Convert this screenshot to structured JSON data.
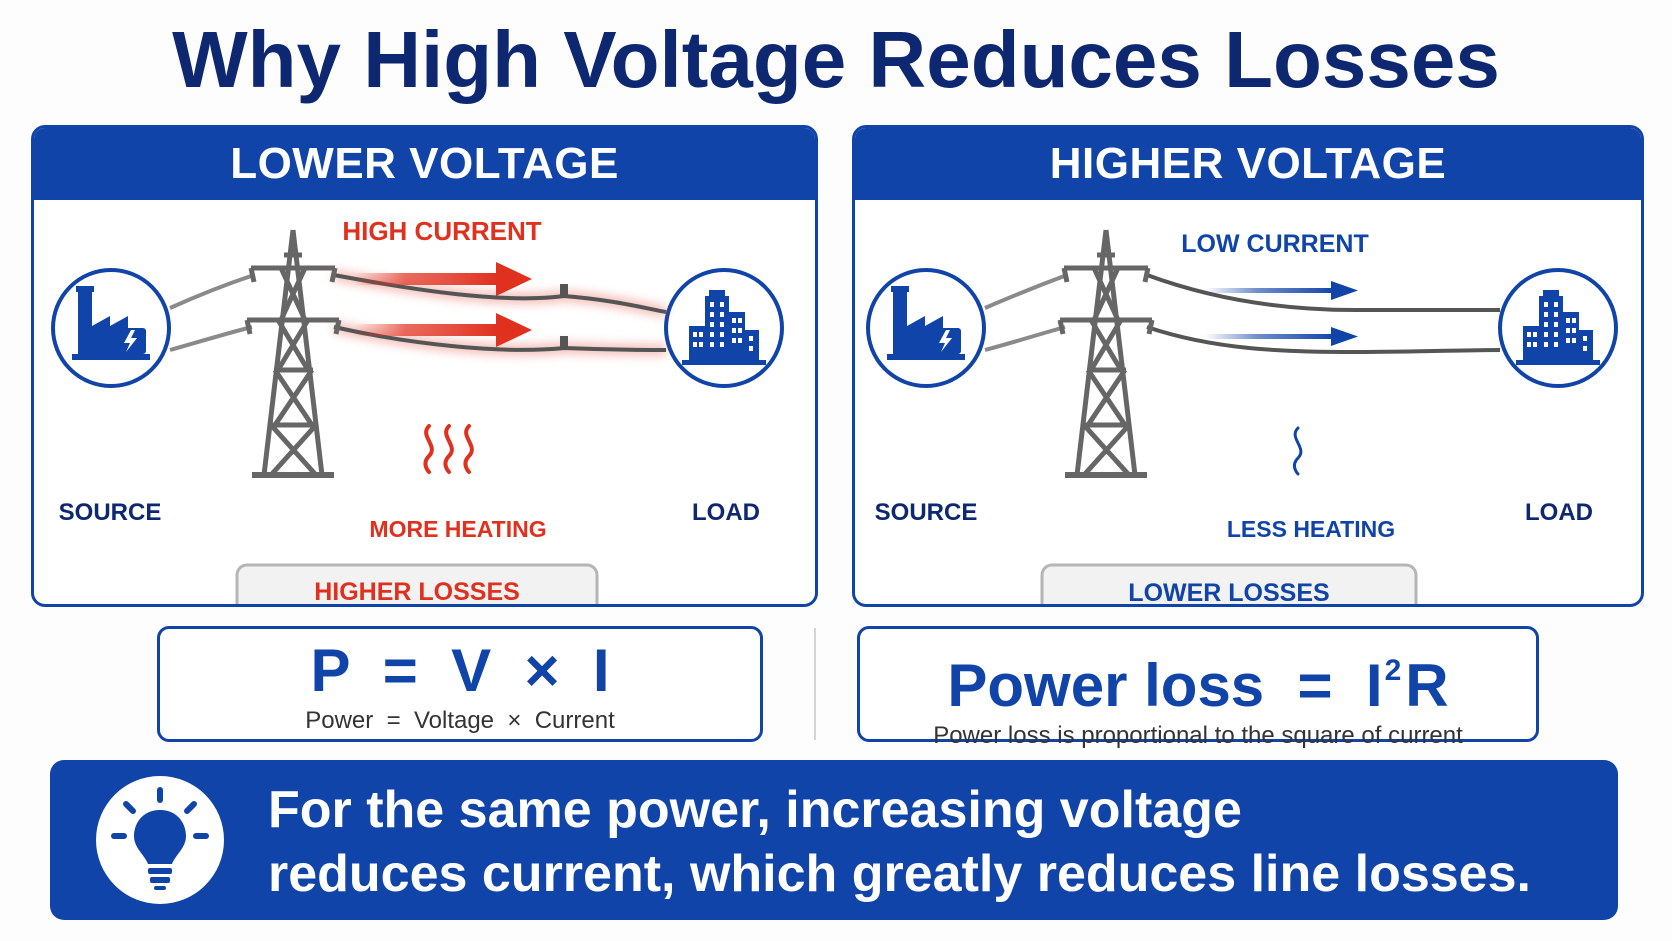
{
  "title": "Why High Voltage Reduces Losses",
  "left_panel": {
    "header": "LOWER VOLTAGE",
    "current_label": "HIGH CURRENT",
    "heating_label": "MORE HEATING",
    "source_label": "SOURCE",
    "load_label": "LOAD",
    "losses_label": "HIGHER LOSSES",
    "loss_level": 5,
    "loss_max": 6
  },
  "right_panel": {
    "header": "HIGHER VOLTAGE",
    "current_label": "LOW CURRENT",
    "heating_label": "LESS HEATING",
    "source_label": "SOURCE",
    "load_label": "LOAD",
    "losses_label": "LOWER LOSSES",
    "loss_level": 1,
    "loss_max": 5
  },
  "formula_left": {
    "main": "P  =  V  ×  I",
    "sub": "Power  =  Voltage  ×  Current"
  },
  "formula_right": {
    "main_prefix": "Power loss  =  I",
    "main_exp": "2",
    "main_suffix": "R",
    "sub": "Power loss is proportional to the square of current"
  },
  "summary": {
    "line1": "For the same power, increasing voltage",
    "line2": "reduces current, which greatly reduces line losses."
  },
  "colors": {
    "brand_blue": "#1144a8",
    "title_navy": "#0d2870",
    "heat_red": "#e0301e",
    "inactive_gray": "#9a9a9a"
  },
  "icons": [
    "power-plant-icon",
    "city-buildings-icon",
    "transmission-tower-icon",
    "lightning-bolt-icon",
    "heat-waves-icon",
    "lightbulb-icon"
  ]
}
